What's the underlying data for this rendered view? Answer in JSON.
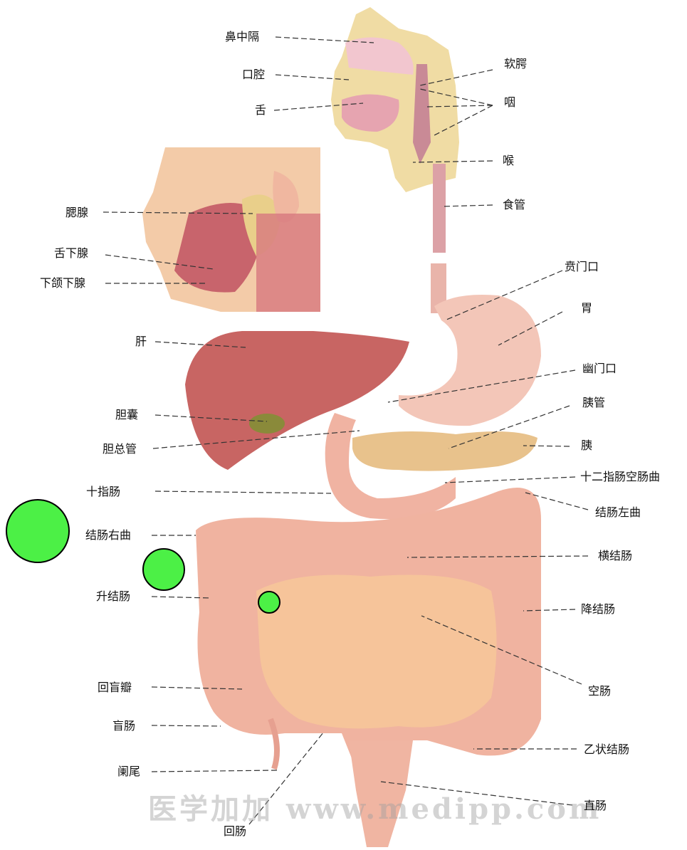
{
  "labels": {
    "nasal_septum": "鼻中隔",
    "oral_cavity": "口腔",
    "tongue": "舌",
    "soft_palate": "软腭",
    "pharynx": "咽",
    "larynx": "喉",
    "esophagus": "食管",
    "parotid": "腮腺",
    "sublingual": "舌下腺",
    "submandibular": "下颌下腺",
    "cardia": "贲门口",
    "stomach": "胃",
    "liver": "肝",
    "pylorus": "幽门口",
    "pancreatic_duct": "胰管",
    "gallbladder": "胆囊",
    "pancreas": "胰",
    "common_bile_duct": "胆总管",
    "duodenojejunal_flexure": "十二指肠空肠曲",
    "duodenum": "十指肠",
    "left_colic_flexure": "结肠左曲",
    "right_colic_flexure": "结肠右曲",
    "transverse_colon": "横结肠",
    "ascending_colon": "升结肠",
    "descending_colon": "降结肠",
    "jejunum": "空肠",
    "ileocecal_valve": "回盲瓣",
    "cecum": "盲肠",
    "sigmoid_colon": "乙状结肠",
    "appendix": "阑尾",
    "rectum": "直肠",
    "ileum": "回肠"
  },
  "watermark": "医学加加 www.medipp.com",
  "marker_color": "#4cf046"
}
